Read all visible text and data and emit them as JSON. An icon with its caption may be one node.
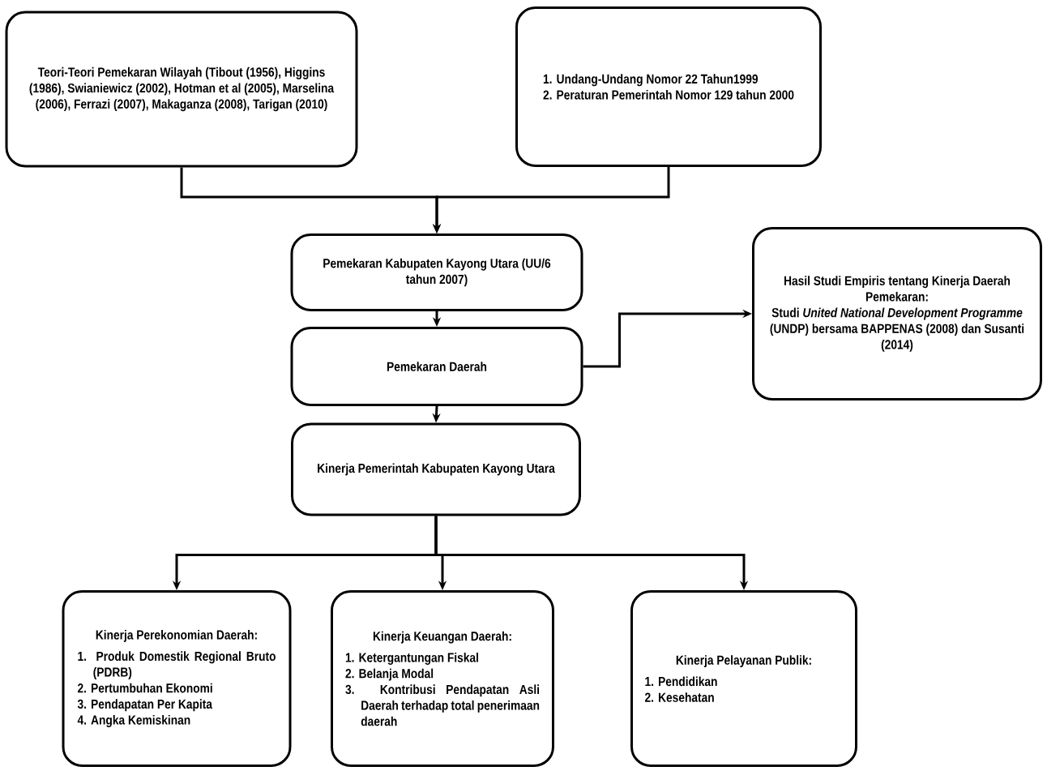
{
  "diagram": {
    "nodes": [
      {
        "text": [
          "Teori-Teori Pemekaran Wilayah (Tibout (1956), Higgins (1986), Swianiewicz (2002), Hotman et al (2005), Marselina (2006), Ferrazi (2007), Makaganza (2008), Tarigan (2010)"
        ]
      },
      {
        "text": [
          "1. Undang-Undang Nomor 22 Tahun1999",
          "2. Peraturan Pemerintah Nomor 129 tahun 2000"
        ]
      },
      {
        "text": [
          "Pemekaran Kabupaten Kayong Utara (UU/6 tahun 2007)"
        ]
      },
      {
        "text": [
          "Pemekaran Daerah"
        ]
      },
      {
        "text": [
          "Hasil Studi Empiris tentang Kinerja Daerah Pemekaran:",
          "Studi *United National Development Programme* (UNDP) bersama BAPPENAS (2008) dan Susanti (2014)"
        ]
      },
      {
        "text": [
          "Kinerja Pemerintah Kabupaten Kayong Utara"
        ]
      },
      {
        "text": [
          "Kinerja Perekonomian Daerah:",
          "1. Produk Domestik Regional Bruto (PDRB)",
          "2. Pertumbuhan Ekonomi",
          "3. Pendapatan Per Kapita",
          "4. Angka Kemiskinan"
        ]
      },
      {
        "text": [
          "Kinerja Keuangan Daerah:",
          "1. Ketergantungan Fiskal",
          "2. Belanja Modal",
          "3. Kontribusi Pendapatan Asli Daerah terhadap total penerimaan daerah"
        ]
      },
      {
        "text": [
          "Kinerja Pelayanan Publik:",
          "1. Pendidikan",
          "2. Kesehatan"
        ]
      }
    ],
    "edges": [
      {
        "from": 0,
        "to": 2,
        "arrow": "to"
      },
      {
        "from": 1,
        "to": 2,
        "arrow": "to"
      },
      {
        "from": 2,
        "to": 3,
        "arrow": "to"
      },
      {
        "from": 3,
        "to": 4,
        "arrow": "to"
      },
      {
        "from": 3,
        "to": 5,
        "arrow": "to"
      },
      {
        "from": 5,
        "to": 6,
        "arrow": "to"
      },
      {
        "from": 5,
        "to": 7,
        "arrow": "to"
      },
      {
        "from": 5,
        "to": 8,
        "arrow": "to"
      }
    ]
  }
}
